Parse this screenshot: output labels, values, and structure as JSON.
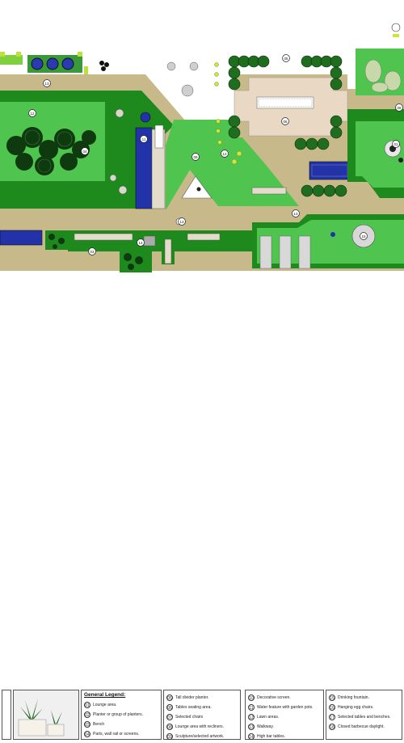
{
  "legend": {
    "title": "General Legend:",
    "columns": [
      [
        {
          "num": "01",
          "text": "Lounge area."
        },
        {
          "num": "02",
          "text": "Planter or group of planters."
        },
        {
          "num": "03",
          "text": "Bench"
        },
        {
          "num": "04",
          "text": "Parts, wall rail or screens."
        }
      ],
      [
        {
          "num": "05",
          "text": "Tall divider planter."
        },
        {
          "num": "06",
          "text": "Tables seating area."
        },
        {
          "num": "07",
          "text": "Selected chairs"
        },
        {
          "num": "08",
          "text": "Lounge area with recliners."
        },
        {
          "num": "09",
          "text": "Sculpture/selected artwork."
        }
      ],
      [
        {
          "num": "10",
          "text": "Decorative screen."
        },
        {
          "num": "11",
          "text": "Water feature with garden pots."
        },
        {
          "num": "12",
          "text": "Lawn areas."
        },
        {
          "num": "13",
          "text": "Walkway."
        },
        {
          "num": "14",
          "text": "High bar tables."
        }
      ],
      [
        {
          "num": "15",
          "text": "Drinking fountain."
        },
        {
          "num": "16",
          "text": "Hanging egg chairs."
        },
        {
          "num": "17",
          "text": "Selected tables and benches."
        },
        {
          "num": "18",
          "text": "Closed barbecue daylight."
        }
      ]
    ]
  },
  "plan_labels": [
    {
      "id": "walkway-top",
      "num": "13"
    },
    {
      "id": "lawn-left",
      "num": "12"
    },
    {
      "id": "trees-left",
      "num": "04"
    },
    {
      "id": "water-left",
      "num": "11"
    },
    {
      "id": "deck-center",
      "num": "06"
    },
    {
      "id": "center-lawn",
      "num": "12"
    },
    {
      "id": "walkway-mid",
      "num": "13"
    },
    {
      "id": "walkway-right",
      "num": "13"
    },
    {
      "id": "right-lounge",
      "num": "08"
    },
    {
      "id": "right-lounge-2",
      "num": "01"
    },
    {
      "id": "bottom-bench",
      "num": "03"
    },
    {
      "id": "planter-top",
      "num": "05"
    },
    {
      "id": "sculpture",
      "num": "09"
    },
    {
      "id": "bar-tables",
      "num": "14"
    },
    {
      "id": "fountain",
      "num": "15"
    }
  ],
  "colors": {
    "lawn_dark": "#1e8a1e",
    "lawn_light": "#4fc44f",
    "walkway": "#c8b98a",
    "deck": "#e8d8c4",
    "water": "#2233aa",
    "tree": "#1f6e1f"
  }
}
